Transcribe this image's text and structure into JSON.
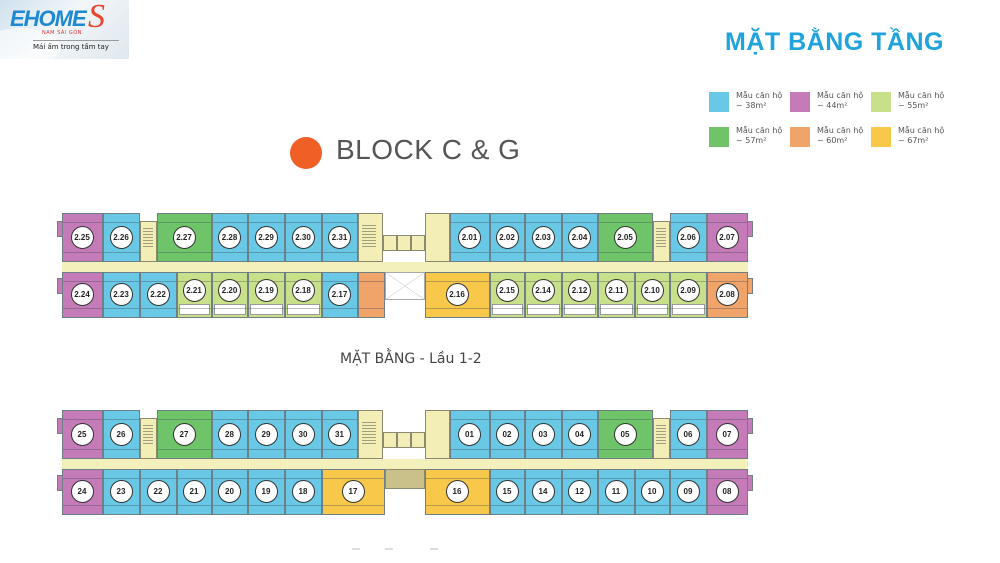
{
  "logo": {
    "brand": "EHOME",
    "brand_s": "S",
    "sub": "NAM SÀI GÒN",
    "tagline": "Mái ấm trong tầm tay"
  },
  "header": {
    "title": "MẶT BẰNG TẦNG"
  },
  "legend": [
    {
      "label": "Mẫu căn hộ",
      "area": "~ 38m²",
      "color": "#69c8e6",
      "type": "38"
    },
    {
      "label": "Mẫu căn hộ",
      "area": "~ 44m²",
      "color": "#c47bb8",
      "type": "44"
    },
    {
      "label": "Mẫu căn hộ",
      "area": "~ 55m²",
      "color": "#c9e08a",
      "type": "55"
    },
    {
      "label": "Mẫu căn hộ",
      "area": "~ 57m²",
      "color": "#6fc46a",
      "type": "57"
    },
    {
      "label": "Mẫu căn hộ",
      "area": "~ 60m²",
      "color": "#f0a46a",
      "type": "60"
    },
    {
      "label": "Mẫu căn hộ",
      "area": "~ 67m²",
      "color": "#f8c84a",
      "type": "67"
    }
  ],
  "block": {
    "title": "BLOCK C & G",
    "dot_color": "#ef5f26"
  },
  "caption_top": "MẶT BẰNG - Lầu 1-2",
  "plans": [
    {
      "name": "floor-1-2",
      "north": [
        {
          "id": "2.25",
          "type": "44"
        },
        {
          "id": "2.26",
          "type": "38"
        },
        {
          "id": "2.27",
          "type": "57"
        },
        {
          "id": "2.28",
          "type": "38"
        },
        {
          "id": "2.29",
          "type": "38"
        },
        {
          "id": "2.30",
          "type": "38"
        },
        {
          "id": "2.31",
          "type": "38"
        },
        {
          "id": "2.01",
          "type": "38"
        },
        {
          "id": "2.02",
          "type": "38"
        },
        {
          "id": "2.03",
          "type": "38"
        },
        {
          "id": "2.04",
          "type": "38"
        },
        {
          "id": "2.05",
          "type": "57"
        },
        {
          "id": "2.06",
          "type": "38"
        },
        {
          "id": "2.07",
          "type": "44"
        }
      ],
      "south": [
        {
          "id": "2.24",
          "type": "44"
        },
        {
          "id": "2.23",
          "type": "38"
        },
        {
          "id": "2.22",
          "type": "38"
        },
        {
          "id": "2.21",
          "type": "55"
        },
        {
          "id": "2.20",
          "type": "55"
        },
        {
          "id": "2.19",
          "type": "55"
        },
        {
          "id": "2.18",
          "type": "55"
        },
        {
          "id": "2.17",
          "type": "38"
        },
        {
          "id": "",
          "type": "60"
        },
        {
          "id": "2.16",
          "type": "67"
        },
        {
          "id": "2.15",
          "type": "55"
        },
        {
          "id": "2.14",
          "type": "55"
        },
        {
          "id": "2.12",
          "type": "55"
        },
        {
          "id": "2.11",
          "type": "55"
        },
        {
          "id": "2.10",
          "type": "55"
        },
        {
          "id": "2.09",
          "type": "55"
        },
        {
          "id": "2.08",
          "type": "60"
        }
      ]
    },
    {
      "name": "typical-floor",
      "north": [
        {
          "id": "25",
          "type": "44"
        },
        {
          "id": "26",
          "type": "38"
        },
        {
          "id": "27",
          "type": "57"
        },
        {
          "id": "28",
          "type": "38"
        },
        {
          "id": "29",
          "type": "38"
        },
        {
          "id": "30",
          "type": "38"
        },
        {
          "id": "31",
          "type": "38"
        },
        {
          "id": "01",
          "type": "38"
        },
        {
          "id": "02",
          "type": "38"
        },
        {
          "id": "03",
          "type": "38"
        },
        {
          "id": "04",
          "type": "38"
        },
        {
          "id": "05",
          "type": "57"
        },
        {
          "id": "06",
          "type": "38"
        },
        {
          "id": "07",
          "type": "44"
        }
      ],
      "south": [
        {
          "id": "24",
          "type": "44"
        },
        {
          "id": "23",
          "type": "38"
        },
        {
          "id": "22",
          "type": "38"
        },
        {
          "id": "21",
          "type": "38"
        },
        {
          "id": "20",
          "type": "38"
        },
        {
          "id": "19",
          "type": "38"
        },
        {
          "id": "18",
          "type": "38"
        },
        {
          "id": "17",
          "type": "67"
        },
        {
          "id": "16",
          "type": "67"
        },
        {
          "id": "15",
          "type": "38"
        },
        {
          "id": "14",
          "type": "38"
        },
        {
          "id": "12",
          "type": "38"
        },
        {
          "id": "11",
          "type": "38"
        },
        {
          "id": "10",
          "type": "38"
        },
        {
          "id": "09",
          "type": "38"
        },
        {
          "id": "08",
          "type": "44"
        }
      ]
    }
  ]
}
